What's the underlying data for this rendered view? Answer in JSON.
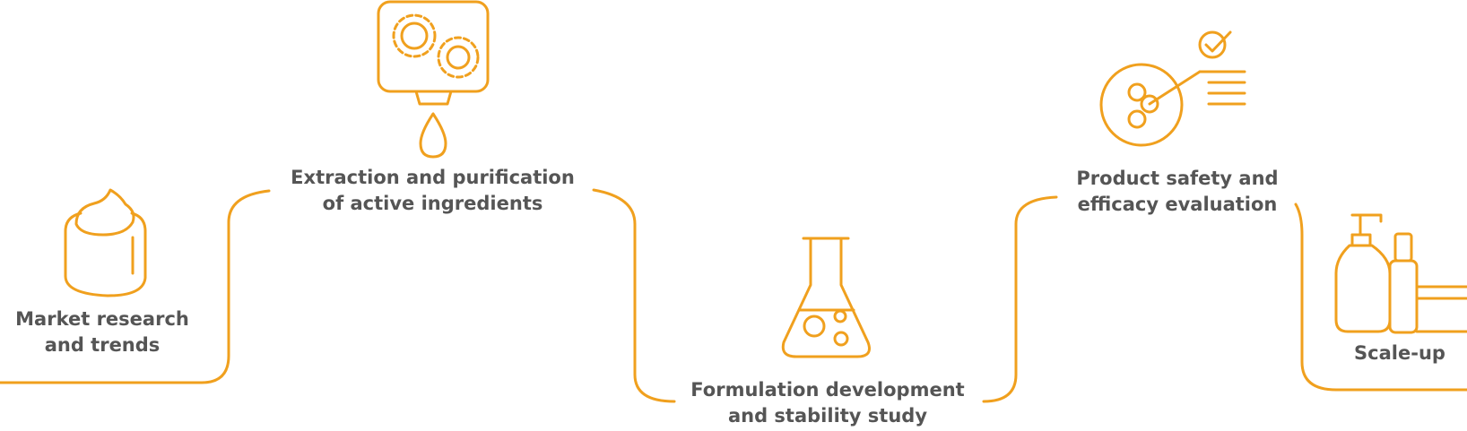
{
  "colors": {
    "accent": "#F0A01E",
    "text": "#555555",
    "background": "#FFFFFF"
  },
  "steps": [
    {
      "id": "market",
      "icon": "cream-jar-icon",
      "lines": [
        "Market research",
        "and trends"
      ]
    },
    {
      "id": "extraction",
      "icon": "gears-dropper-icon",
      "lines": [
        "Extraction and purification",
        "of active ingredients"
      ]
    },
    {
      "id": "formulation",
      "icon": "flask-icon",
      "lines": [
        "Formulation development",
        "and stability study"
      ]
    },
    {
      "id": "safety",
      "icon": "petri-dish-checklist-icon",
      "lines": [
        "Product safety and",
        "efficacy evaluation"
      ]
    },
    {
      "id": "scaleup",
      "icon": "cosmetic-bottles-icon",
      "lines": [
        "Scale-up"
      ]
    }
  ]
}
